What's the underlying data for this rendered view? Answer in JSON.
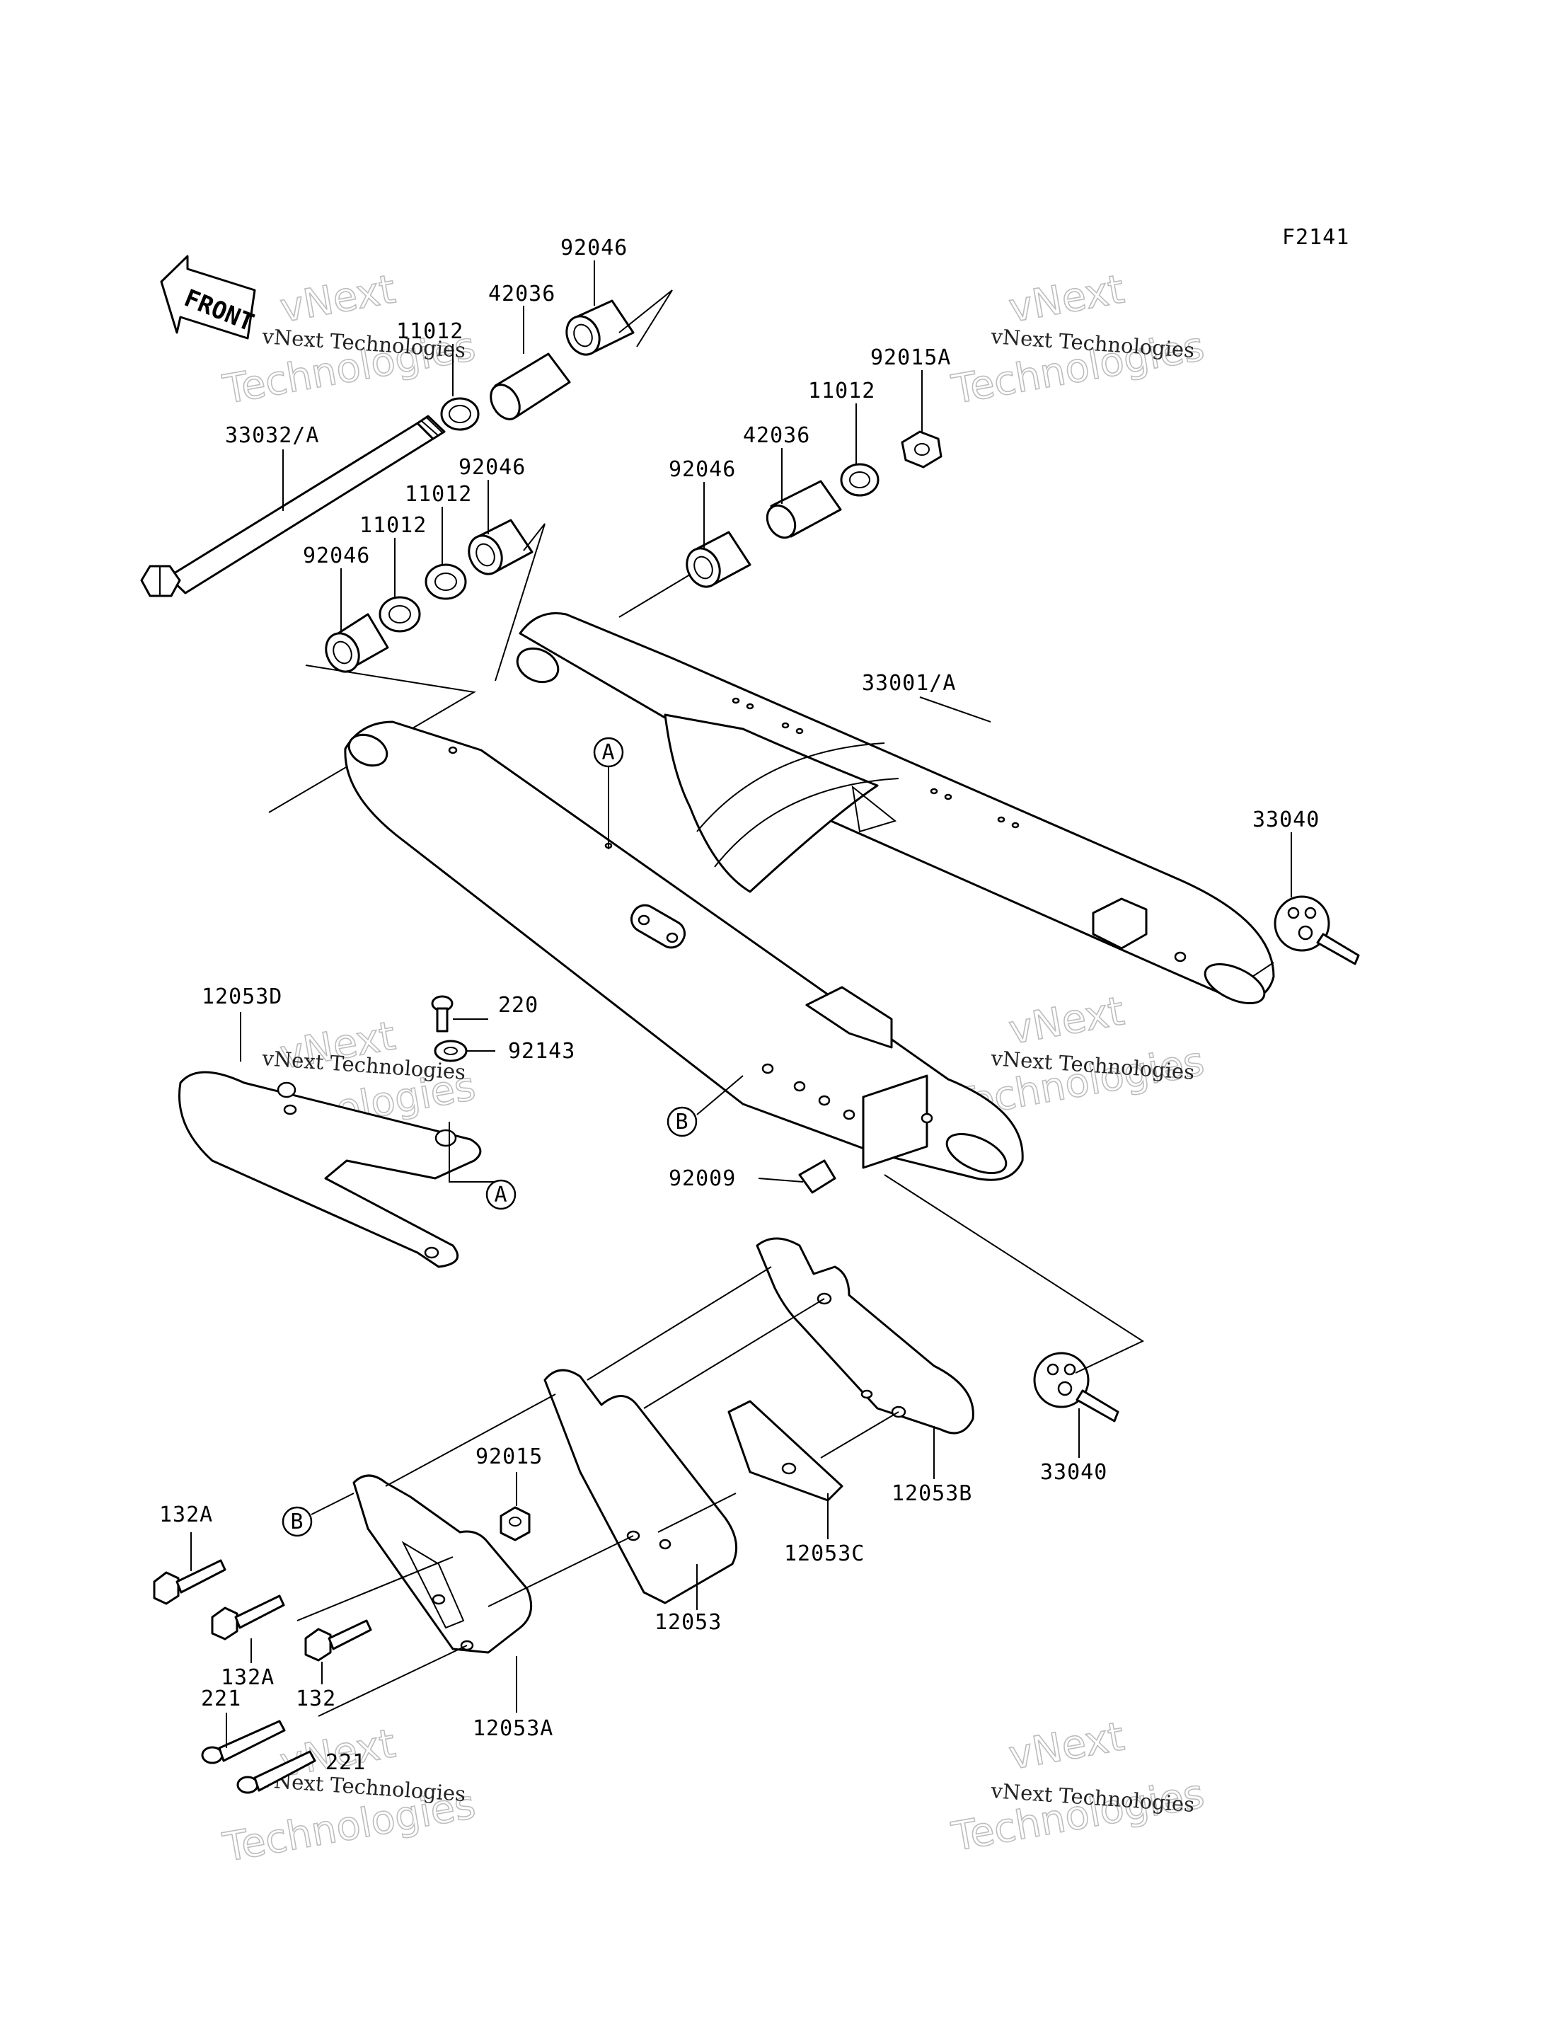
{
  "figure_code": "F2141",
  "front_arrow_label": "FRONT",
  "watermark": {
    "line1": "vNext",
    "line2": "Technologies",
    "caption": "vNext Technologies"
  },
  "callouts": {
    "p92046_a": "92046",
    "p42036_a": "42036",
    "p11012_a": "11012",
    "p33032": "33032/A",
    "p92046_b": "92046",
    "p11012_b": "11012",
    "p11012_c": "11012",
    "p92046_c": "92046",
    "p92015A": "92015A",
    "p11012_d": "11012",
    "p42036_b": "42036",
    "p92046_d": "92046",
    "p33001": "33001/A",
    "p33040_a": "33040",
    "p12053D": "12053D",
    "p220": "220",
    "p92143": "92143",
    "p92009": "92009",
    "p33040_b": "33040",
    "p12053B": "12053B",
    "p92015": "92015",
    "p12053C": "12053C",
    "p132A_a": "132A",
    "p132A_b": "132A",
    "p132": "132",
    "p12053": "12053",
    "p221_a": "221",
    "p221_b": "221",
    "p12053A": "12053A"
  },
  "ref_markers": {
    "A1": "A",
    "A2": "A",
    "B1": "B",
    "B2": "B"
  }
}
